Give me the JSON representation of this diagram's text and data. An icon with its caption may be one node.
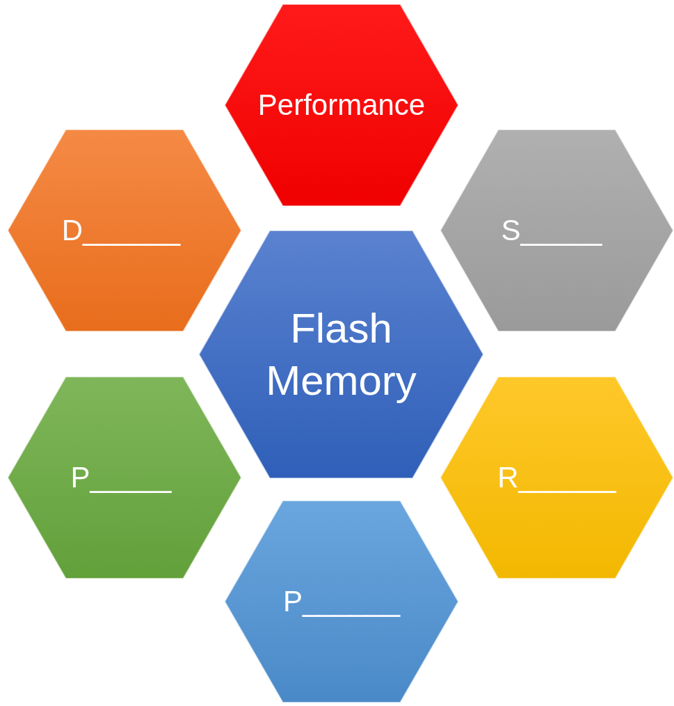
{
  "diagram": {
    "nodes": [
      {
        "text": [
          "Performance"
        ]
      },
      {
        "text": [
          "D______"
        ]
      },
      {
        "text": [
          "S_____"
        ]
      },
      {
        "text": [
          "Flash Memory"
        ]
      },
      {
        "text": [
          "P_____"
        ]
      },
      {
        "text": [
          "R______"
        ]
      },
      {
        "text": [
          "P______"
        ]
      }
    ]
  }
}
